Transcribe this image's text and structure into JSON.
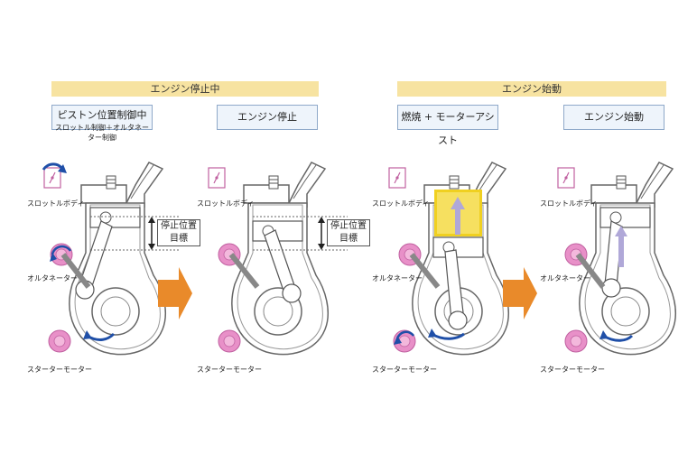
{
  "phases": {
    "stop": "エンジン停止中",
    "start": "エンジン始動"
  },
  "steps": [
    {
      "main": "ピストン位置制御中",
      "sub": "スロットル制御＋オルタネーター制御"
    },
    {
      "main": "エンジン停止",
      "sub": ""
    },
    {
      "main": "燃焼 + モーターアシスト",
      "sub": ""
    },
    {
      "main": "エンジン始動",
      "sub": ""
    }
  ],
  "labels": {
    "throttle": "スロットルボディ",
    "alternator": "オルタネーター",
    "starter": "スターターモーター",
    "target": "停止位置",
    "target2": "目標"
  },
  "colors": {
    "banner": "#f7e3a1",
    "pink": "#e890c8",
    "blue": "#1f4fa8",
    "arrow_orange": "#e98a2a",
    "combustion": "#f0d020"
  }
}
